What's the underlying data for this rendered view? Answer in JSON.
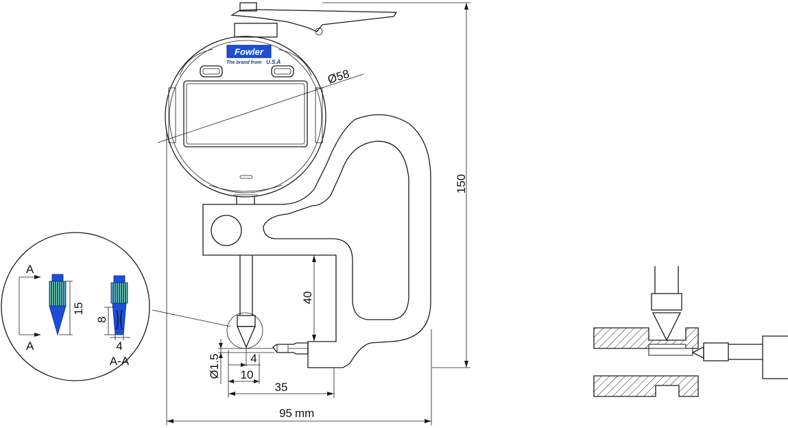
{
  "brand": {
    "logo_text": "Fowler",
    "tagline": "The brand from",
    "origin": "U.S.A"
  },
  "dimensions": {
    "dial_diameter": "Ø58",
    "height": "150",
    "throat_depth": "40",
    "width": "95",
    "width_unit": "mm",
    "reach": "35",
    "tip_offset_10": "10",
    "tip_offset_4": "4",
    "anvil_diameter": "Ø1.5"
  },
  "detail": {
    "section_marker": "A",
    "section_marker_bottom": "A",
    "tip_height": "15",
    "flat_height": "8",
    "flat_width": "4",
    "section_label": "A-A"
  },
  "colors": {
    "tip_blue": "#1d4fd6",
    "tip_knurl": "#7ee08a",
    "logo_blue": "#1d4fd6"
  }
}
